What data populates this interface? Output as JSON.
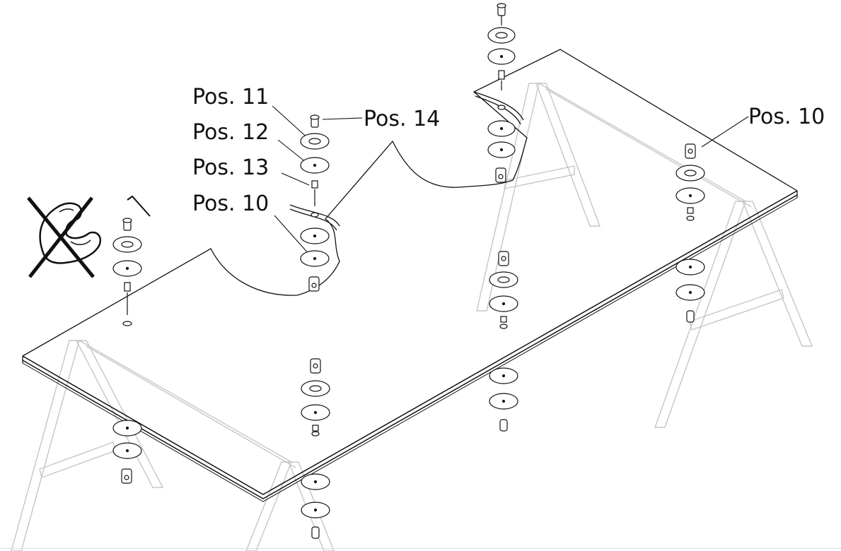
{
  "labels": {
    "pos11": "Pos. 11",
    "pos12": "Pos. 12",
    "pos13": "Pos. 13",
    "pos10_left": "Pos. 10",
    "pos14": "Pos. 14",
    "pos10_right": "Pos. 10"
  },
  "icons": {
    "warning": "no-force-warning-icon",
    "tool": "hex-key-icon"
  },
  "colors": {
    "line": "#111111",
    "frame": "#c8c8c8",
    "background": "#ffffff"
  }
}
